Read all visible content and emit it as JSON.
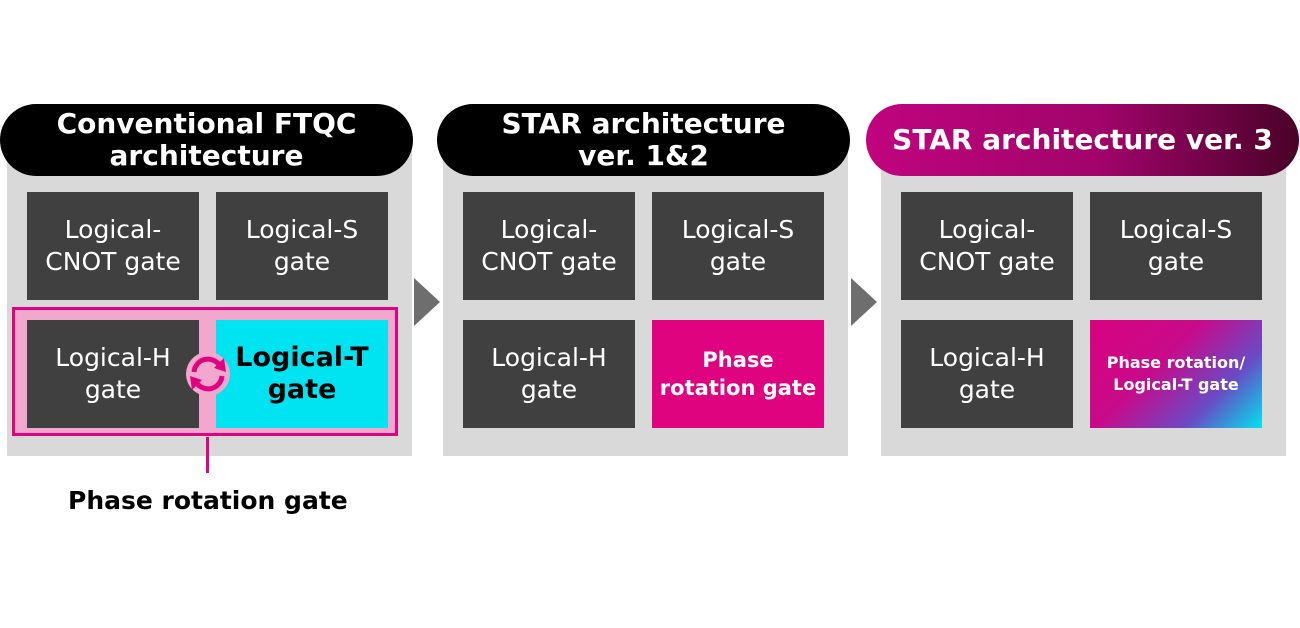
{
  "panels": [
    {
      "title": "Conventional FTQC\narchitecture",
      "boxes": [
        "Logical-\nCNOT gate",
        "Logical-S\ngate",
        "Logical-H\ngate",
        "Logical-T\ngate"
      ]
    },
    {
      "title": "STAR architecture\nver. 1&2",
      "boxes": [
        "Logical-\nCNOT gate",
        "Logical-S\ngate",
        "Logical-H\ngate",
        "Phase\nrotation gate"
      ]
    },
    {
      "title": "STAR architecture ver. 3",
      "boxes": [
        "Logical-\nCNOT gate",
        "Logical-S\ngate",
        "Logical-H\ngate",
        "Phase rotation/\nLogical-T gate"
      ]
    }
  ],
  "callout": "Phase rotation gate",
  "icons": {
    "arrow": "chevron-right-icon",
    "swap": "cycle-arrows-icon"
  },
  "colors": {
    "magenta": "#e0037f",
    "cyan": "#00e3f0",
    "dark_box": "#404040",
    "panel_bg": "#d9d9d9",
    "highlight_fill": "#f2a7cf"
  }
}
